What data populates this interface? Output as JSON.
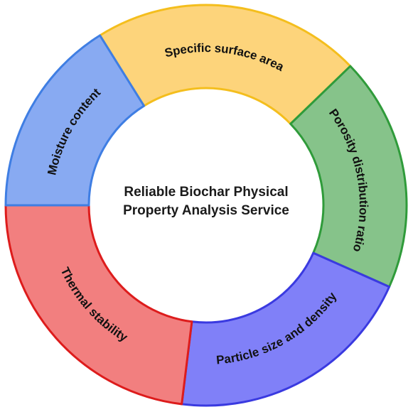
{
  "center": {
    "line1": "Reliable Biochar Physical",
    "line2": "Property Analysis Service"
  },
  "segments": [
    {
      "label": "Specific surface area",
      "fill": "#fdd47b",
      "stroke": "#f4be1d"
    },
    {
      "label": "Porosity distribution ratio",
      "fill": "#86c38a",
      "stroke": "#2f9b3a"
    },
    {
      "label": "Particle size and density",
      "fill": "#8080f8",
      "stroke": "#3a3ae0"
    },
    {
      "label": "Thermal stability",
      "fill": "#f27f7f",
      "stroke": "#dd1c1c"
    },
    {
      "label": "Moisture content",
      "fill": "#88aaf2",
      "stroke": "#3f7ee3"
    }
  ]
}
